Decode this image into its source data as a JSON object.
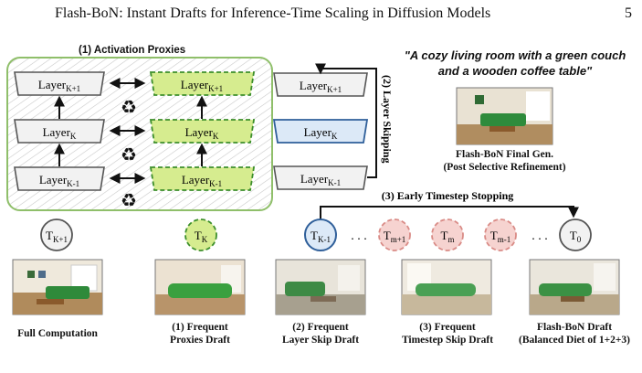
{
  "header": {
    "title": "Flash-BoN: Instant Drafts for Inference-Time Scaling in Diffusion Models",
    "page_number": "5"
  },
  "panel_activation": {
    "title": "(1) Activation Proxies",
    "layers": [
      {
        "base": "Layer",
        "sub": "K+1"
      },
      {
        "base": "Layer",
        "sub": "K"
      },
      {
        "base": "Layer",
        "sub": "K-1"
      }
    ]
  },
  "panel_skip": {
    "label": "(2) Layer Skipping",
    "layers": [
      {
        "base": "Layer",
        "sub": "K+1"
      },
      {
        "base": "Layer",
        "sub": "K"
      },
      {
        "base": "Layer",
        "sub": "K-1"
      }
    ]
  },
  "prompt": "\"A cozy living room with a green couch and a wooden coffee table\"",
  "final_gen": {
    "line1": "Flash-BoN Final Gen.",
    "line2": "(Post Selective Refinement)"
  },
  "early_stop_label": "(3) Early Timestep Stopping",
  "timesteps": {
    "tk1": {
      "base": "T",
      "sub": "K+1"
    },
    "tk": {
      "base": "T",
      "sub": "K"
    },
    "chain": [
      {
        "base": "T",
        "sub": "K-1"
      },
      {
        "base": "T",
        "sub": "m+1"
      },
      {
        "base": "T",
        "sub": "m"
      },
      {
        "base": "T",
        "sub": "m-1"
      },
      {
        "base": "T",
        "sub": "0"
      }
    ],
    "dots": ". . ."
  },
  "captions": [
    {
      "line1": "Full Computation",
      "line2": ""
    },
    {
      "line1": "(1) Frequent",
      "line2": "Proxies Draft"
    },
    {
      "line1": "(2) Frequent",
      "line2": "Layer Skip Draft"
    },
    {
      "line1": "(3) Frequent",
      "line2": "Timestep Skip Draft"
    },
    {
      "line1": "Flash-BoN Draft",
      "line2": "(Balanced Diet of 1+2+3)"
    }
  ],
  "colors": {
    "green_fill": "#d6ec8f",
    "green_dash": "#3c8f2b",
    "panel_border": "#8fbf6a",
    "blue_fill": "#dce9f7",
    "blue_border": "#2f5f9a",
    "pink_fill": "#f6d3d0",
    "pink_border": "#d98b86"
  },
  "icons": [
    "recycle-icon",
    "double-arrow-icon"
  ]
}
